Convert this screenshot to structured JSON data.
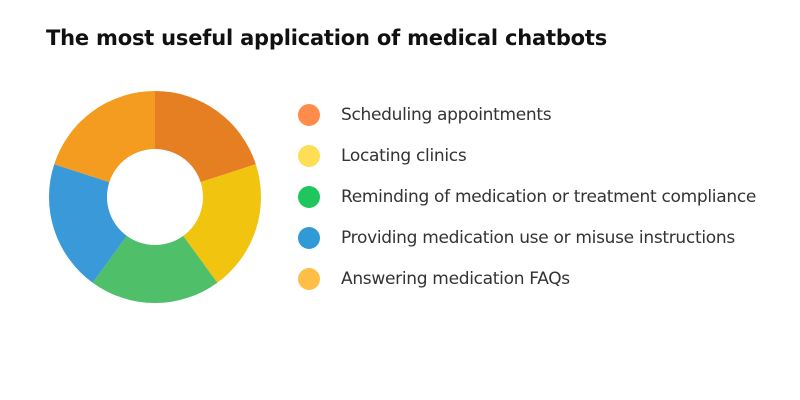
{
  "chart_data": {
    "type": "pie",
    "title": "The most useful application of medical chatbots",
    "categories": [
      "Scheduling appointments",
      "Locating clinics",
      "Reminding of medication or treatment compliance",
      "Providing medication use or misuse instructions",
      "Answering medication FAQs"
    ],
    "values": [
      20,
      20,
      20,
      20,
      20
    ],
    "donut": true,
    "legend_position": "right",
    "slice_colors": [
      "#E67E22",
      "#F1C40F",
      "#4FBF6A",
      "#3A99D8",
      "#F39C1F"
    ],
    "legend_colors": [
      "#FF8C4B",
      "#FFDD55",
      "#1FC65E",
      "#2F9AD6",
      "#FFBF47"
    ]
  }
}
